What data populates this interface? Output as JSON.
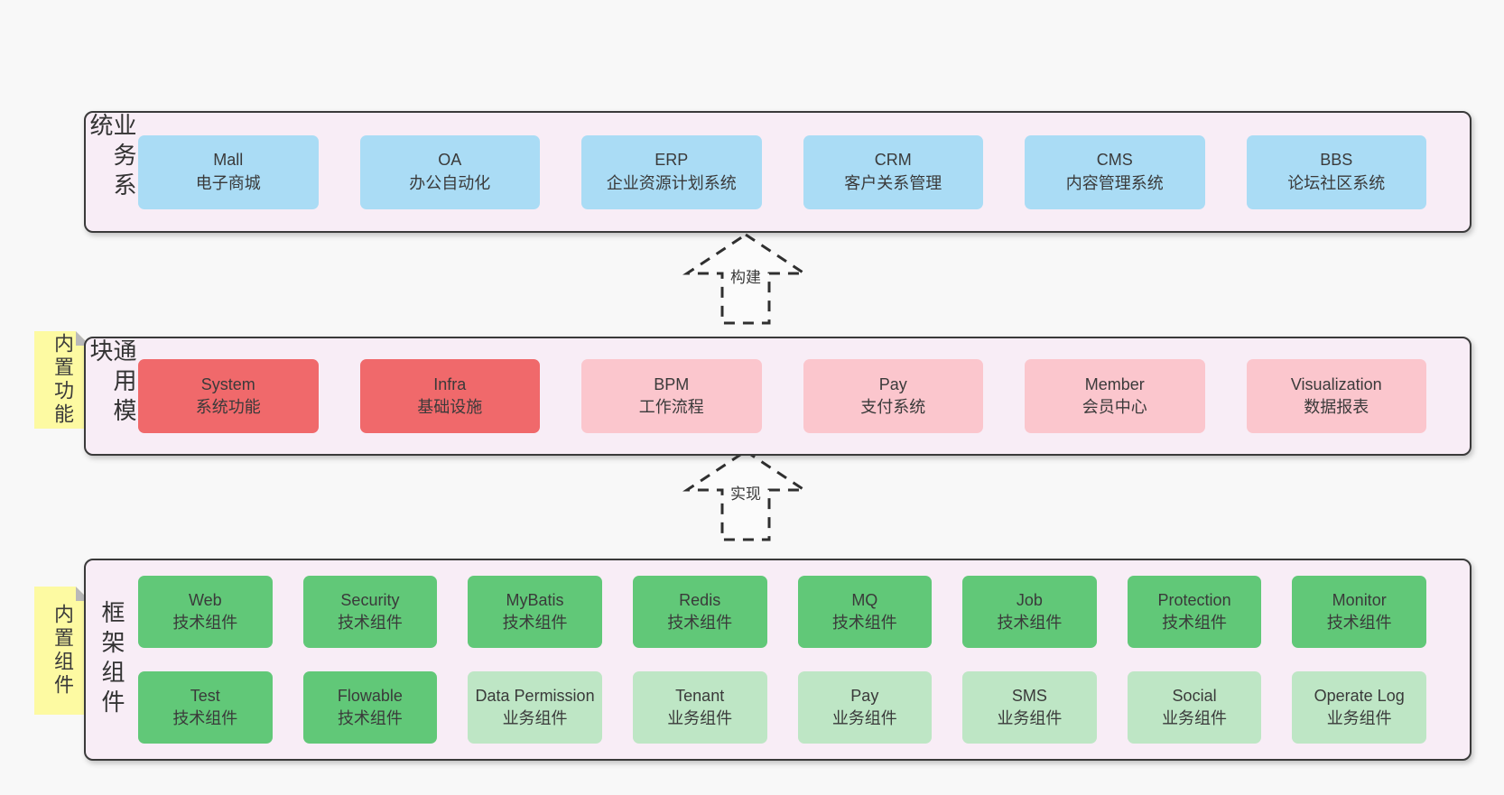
{
  "bands": [
    {
      "side_label": "业务系统",
      "boxes": [
        {
          "name": "Mall",
          "desc": "电子商城"
        },
        {
          "name": "OA",
          "desc": "办公自动化"
        },
        {
          "name": "ERP",
          "desc": "企业资源计划系统"
        },
        {
          "name": "CRM",
          "desc": "客户关系管理"
        },
        {
          "name": "CMS",
          "desc": "内容管理系统"
        },
        {
          "name": "BBS",
          "desc": "论坛社区系统"
        }
      ]
    },
    {
      "side_label": "通用模块",
      "sticky": "内置功能",
      "boxes": [
        {
          "name": "System",
          "desc": "系统功能"
        },
        {
          "name": "Infra",
          "desc": "基础设施"
        },
        {
          "name": "BPM",
          "desc": "工作流程"
        },
        {
          "name": "Pay",
          "desc": "支付系统"
        },
        {
          "name": "Member",
          "desc": "会员中心"
        },
        {
          "name": "Visualization",
          "desc": "数据报表"
        }
      ]
    },
    {
      "side_label": "框架组件",
      "sticky": "内置组件",
      "rows": [
        [
          {
            "name": "Web",
            "desc": "技术组件"
          },
          {
            "name": "Security",
            "desc": "技术组件"
          },
          {
            "name": "MyBatis",
            "desc": "技术组件"
          },
          {
            "name": "Redis",
            "desc": "技术组件"
          },
          {
            "name": "MQ",
            "desc": "技术组件"
          },
          {
            "name": "Job",
            "desc": "技术组件"
          },
          {
            "name": "Protection",
            "desc": "技术组件"
          },
          {
            "name": "Monitor",
            "desc": "技术组件"
          }
        ],
        [
          {
            "name": "Test",
            "desc": "技术组件"
          },
          {
            "name": "Flowable",
            "desc": "技术组件"
          },
          {
            "name": "Data Permission",
            "desc": "业务组件"
          },
          {
            "name": "Tenant",
            "desc": "业务组件"
          },
          {
            "name": "Pay",
            "desc": "业务组件"
          },
          {
            "name": "SMS",
            "desc": "业务组件"
          },
          {
            "name": "Social",
            "desc": "业务组件"
          },
          {
            "name": "Operate Log",
            "desc": "业务组件"
          }
        ]
      ]
    }
  ],
  "arrows": [
    {
      "label": "构建"
    },
    {
      "label": "实现"
    }
  ],
  "colors": {
    "page_bg": "#f8f8f8",
    "band_bg": "#f8edf6",
    "band_border": "#3a3a3a",
    "business_box": "#aadcf5",
    "core_module_box": "#f0696b",
    "optional_module_box": "#fbc6cd",
    "tech_component_box": "#61c878",
    "biz_component_box": "#bee6c5",
    "sticky_note": "#fdfaa2",
    "text": "#3a3a3a"
  }
}
